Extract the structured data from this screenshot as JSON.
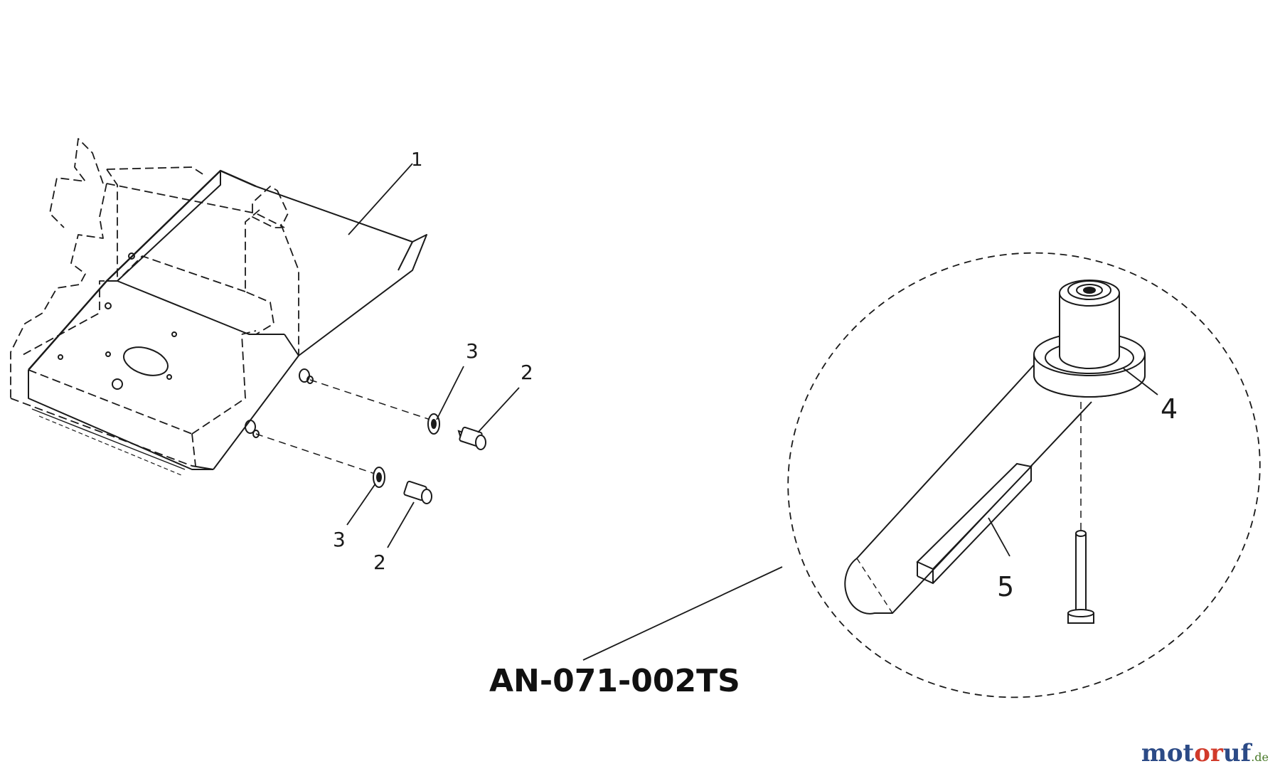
{
  "callouts": {
    "c1": "1",
    "c2a": "2",
    "c2b": "2",
    "c3a": "3",
    "c3b": "3",
    "c4": "4",
    "c5": "5"
  },
  "part_number": "AN-071-002TS",
  "watermark": {
    "part1": "mot",
    "part2": "or",
    "part3": "uf",
    "part4": ".de"
  },
  "colors": {
    "line": "#1a1a1a",
    "watermark_blue": "#2b4a86",
    "watermark_red": "#d13a2a",
    "watermark_green": "#4a7a2a"
  }
}
